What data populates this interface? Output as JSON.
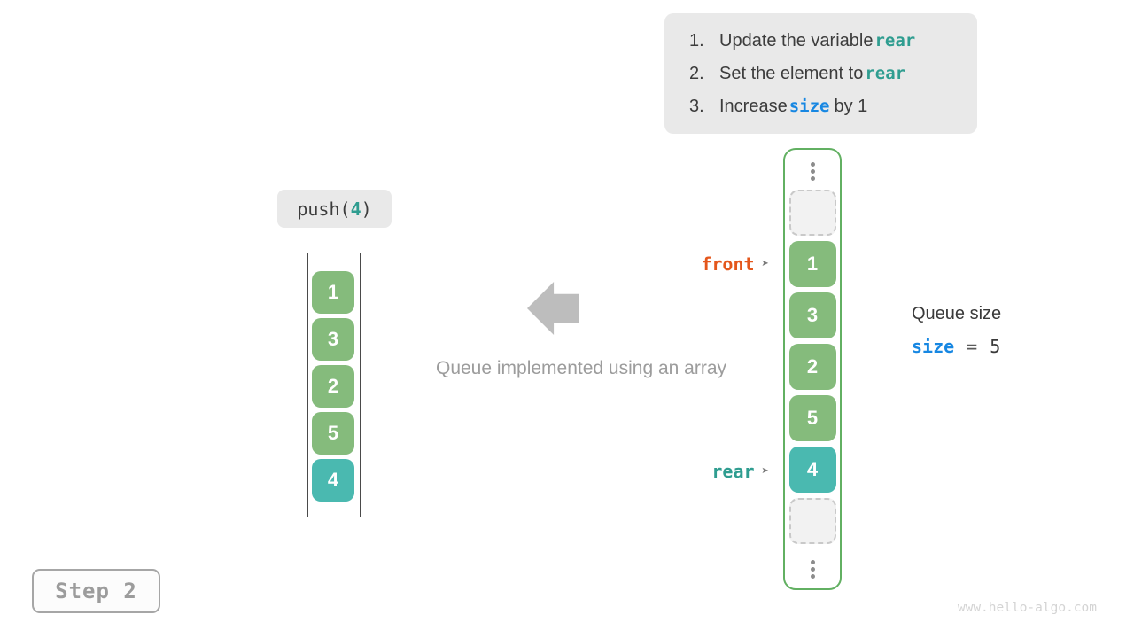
{
  "instructions": {
    "items": [
      {
        "number": "1.",
        "text": "Update the variable",
        "code": "rear",
        "suffix": "",
        "code_color": "teal"
      },
      {
        "number": "2.",
        "text": "Set the element to",
        "code": "rear",
        "suffix": "",
        "code_color": "teal"
      },
      {
        "number": "3.",
        "text": "Increase",
        "code": "size",
        "suffix": "by 1",
        "code_color": "blue"
      }
    ]
  },
  "push_label": {
    "prefix": "push(",
    "arg": "4",
    "suffix": ")"
  },
  "left_queue": {
    "cells": [
      {
        "value": "1",
        "variant": "green"
      },
      {
        "value": "3",
        "variant": "green"
      },
      {
        "value": "2",
        "variant": "green"
      },
      {
        "value": "5",
        "variant": "green"
      },
      {
        "value": "4",
        "variant": "teal"
      }
    ]
  },
  "caption": "Queue implemented using an array",
  "array": {
    "cells": [
      {
        "value": "",
        "variant": "empty"
      },
      {
        "value": "1",
        "variant": "green"
      },
      {
        "value": "3",
        "variant": "green"
      },
      {
        "value": "2",
        "variant": "green"
      },
      {
        "value": "5",
        "variant": "green"
      },
      {
        "value": "4",
        "variant": "teal"
      },
      {
        "value": "",
        "variant": "empty"
      }
    ]
  },
  "pointers": {
    "front": {
      "label": "front",
      "arrow": "➤"
    },
    "rear": {
      "label": "rear",
      "arrow": "➤"
    }
  },
  "queue_size": {
    "title": "Queue size",
    "var": "size",
    "equals": "=",
    "value": "5"
  },
  "step_badge": "Step 2",
  "watermark": "www.hello-algo.com",
  "colors": {
    "cell_green": "#85bb7c",
    "cell_teal": "#4ab9b0",
    "array_border_green": "#62b062",
    "front_orange": "#e4571c",
    "rear_teal": "#2f9d90",
    "size_blue": "#1787e2",
    "box_gray": "#e9e9e9",
    "muted_gray": "#9c9c9c"
  }
}
